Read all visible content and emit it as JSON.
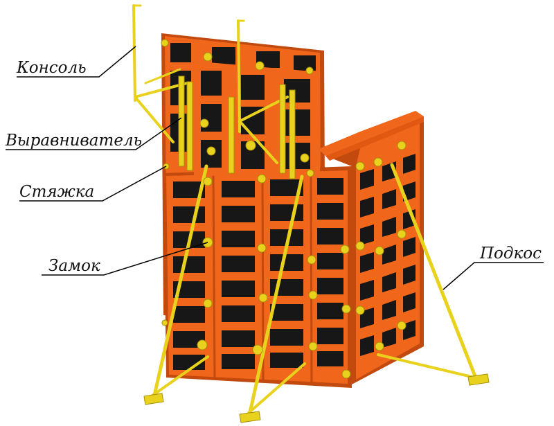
{
  "diagram": {
    "subject": "wall-formwork-corner",
    "labels": {
      "console": "Консоль",
      "aligner": "Выравниватель",
      "tie": "Стяжка",
      "lock": "Замок",
      "brace": "Подкос"
    },
    "colors": {
      "panel_frame": "#F0661A",
      "panel_frame_dark": "#C24A0E",
      "panel_face": "#171717",
      "accessory": "#E8D21E",
      "accessory_dark": "#A8900A",
      "leader": "#000000"
    }
  }
}
